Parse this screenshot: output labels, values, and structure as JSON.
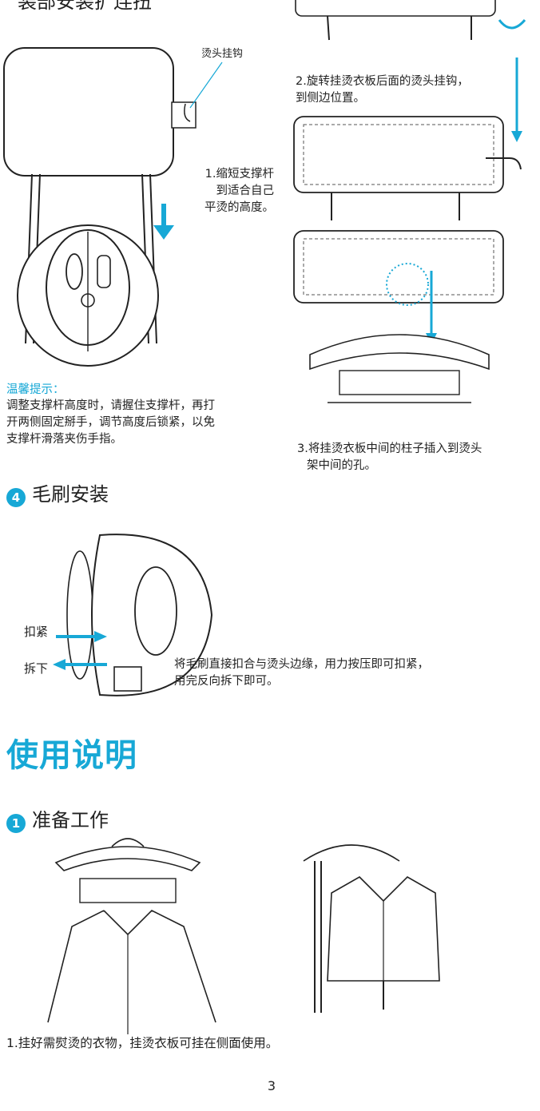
{
  "top": {
    "heading_partial": "装部安装扩连扭",
    "hook_label": "烫头挂钩",
    "step1": [
      "1.缩短支撑杆",
      "到适合自己",
      "平烫的高度。"
    ],
    "step2": [
      "2.旋转挂烫衣板后面的烫头挂钩，",
      "到侧边位置。"
    ],
    "step3": [
      "3.将挂烫衣板中间的柱子插入到烫头",
      "架中间的孔。"
    ],
    "tip_title": "温馨提示：",
    "tip_lines": [
      "调整支撑杆高度时，请握住支撑杆，再打",
      "开两侧固定掰手，调节高度后锁紧，以免",
      "支撑杆滑落夹伤手指。"
    ]
  },
  "brush": {
    "number": "4",
    "title": "毛刷安装",
    "tighten": "扣紧",
    "remove": "拆下",
    "desc": [
      "将毛刷直接扣合与烫头边缘，用力按压即可扣紧，",
      "用完反向拆下即可。"
    ]
  },
  "usage": {
    "title": "使用说明",
    "number": "1",
    "subtitle": "准备工作",
    "step1": "1.挂好需熨烫的衣物，挂烫衣板可挂在侧面使用。"
  },
  "page_number": "3",
  "colors": {
    "accent": "#17a8d6"
  }
}
